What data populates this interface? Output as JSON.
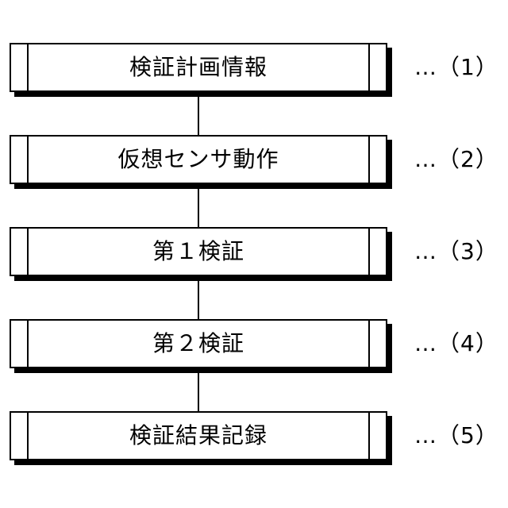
{
  "steps": [
    {
      "label": "検証計画情報",
      "tag": "…（1）"
    },
    {
      "label": "仮想センサ動作",
      "tag": "…（2）"
    },
    {
      "label": "第１検証",
      "tag": "…（3）"
    },
    {
      "label": "第２検証",
      "tag": "…（4）"
    },
    {
      "label": "検証結果記録",
      "tag": "…（5）"
    }
  ]
}
